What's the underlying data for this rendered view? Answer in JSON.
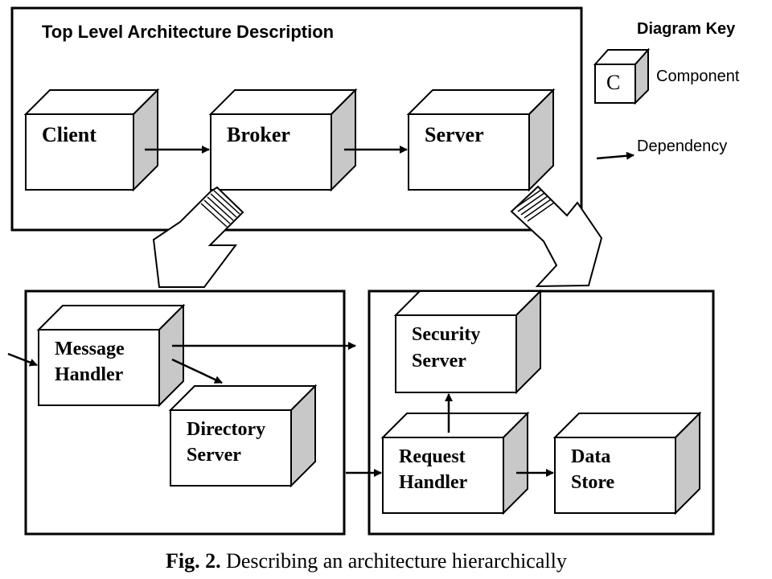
{
  "top_level": {
    "title": "Top Level Architecture Description",
    "components": {
      "client": "Client",
      "broker": "Broker",
      "server": "Server"
    }
  },
  "key": {
    "title": "Diagram Key",
    "component_symbol": "C",
    "component_label": "Component",
    "dependency_label": "Dependency"
  },
  "broker_detail": {
    "message_handler": [
      "Message",
      "Handler"
    ],
    "directory_server": [
      "Directory",
      "Server"
    ]
  },
  "server_detail": {
    "security_server": [
      "Security",
      "Server"
    ],
    "request_handler": [
      "Request",
      "Handler"
    ],
    "data_store": [
      "Data",
      "Store"
    ]
  },
  "caption": {
    "prefix": "Fig. 2.",
    "text": " Describing an architecture hierarchically"
  },
  "colors": {
    "box_face": "#ffffff",
    "box_side": "#c8c8c8",
    "stroke": "#000000"
  }
}
